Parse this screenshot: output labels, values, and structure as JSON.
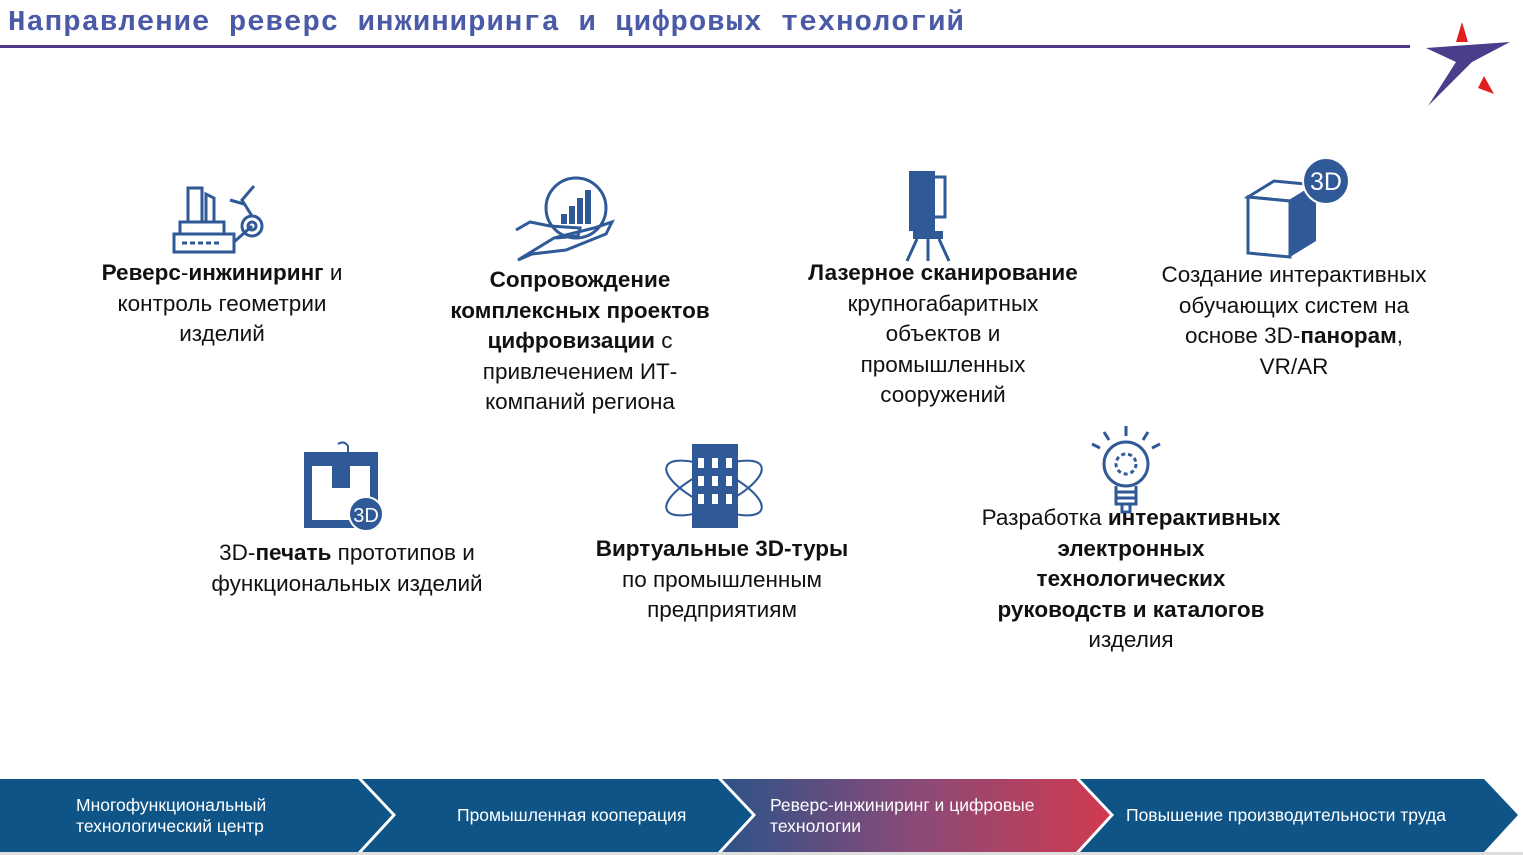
{
  "header": {
    "title": "Направление реверс инжиниринга и цифровых технологий"
  },
  "colors": {
    "primary": "#0f5486",
    "accent": "#d03a50",
    "icon": "#2f5a97",
    "title": "#4a5aa6"
  },
  "items": [
    {
      "icon": "robot-arm-icon",
      "lines": [
        [
          {
            "t": "Реверс",
            "b": true
          },
          {
            "t": "-",
            "b": false
          },
          {
            "t": "инжиниринг",
            "b": true
          },
          {
            "t": " и",
            "b": false
          }
        ],
        [
          {
            "t": "контроль геометрии",
            "b": false
          }
        ],
        [
          {
            "t": "изделий",
            "b": false
          }
        ]
      ]
    },
    {
      "icon": "hand-chart-icon",
      "lines": [
        [
          {
            "t": "Сопровождение",
            "b": true
          }
        ],
        [
          {
            "t": "комплексных проектов",
            "b": true
          }
        ],
        [
          {
            "t": "цифровизации",
            "b": true
          },
          {
            "t": " с",
            "b": false
          }
        ],
        [
          {
            "t": "привлечением ИТ-",
            "b": false
          }
        ],
        [
          {
            "t": "компаний региона",
            "b": false
          }
        ]
      ]
    },
    {
      "icon": "laser-scanner-icon",
      "lines": [
        [
          {
            "t": "Лазерное сканирование",
            "b": true
          }
        ],
        [
          {
            "t": "крупногабаритных",
            "b": false
          }
        ],
        [
          {
            "t": "объектов и",
            "b": false
          }
        ],
        [
          {
            "t": "промышленных",
            "b": false
          }
        ],
        [
          {
            "t": "сооружений",
            "b": false
          }
        ]
      ]
    },
    {
      "icon": "3d-cube-icon",
      "lines": [
        [
          {
            "t": "Создание интерактивных",
            "b": false
          }
        ],
        [
          {
            "t": "обучающих систем на",
            "b": false
          }
        ],
        [
          {
            "t": "основе 3D-",
            "b": false
          },
          {
            "t": "панорам",
            "b": true
          },
          {
            "t": ",",
            "b": false
          }
        ],
        [
          {
            "t": "VR/AR",
            "b": false
          }
        ]
      ]
    },
    {
      "icon": "3d-printer-icon",
      "lines": [
        [
          {
            "t": "3D-",
            "b": false
          },
          {
            "t": "печать",
            "b": true
          },
          {
            "t": " прототипов и",
            "b": false
          }
        ],
        [
          {
            "t": "функциональных изделий",
            "b": false
          }
        ]
      ]
    },
    {
      "icon": "virtual-building-icon",
      "lines": [
        [
          {
            "t": "Виртуальные 3D-туры",
            "b": true
          }
        ],
        [
          {
            "t": "по промышленным",
            "b": false
          }
        ],
        [
          {
            "t": "предприятиям",
            "b": false
          }
        ]
      ]
    },
    {
      "icon": "lightbulb-gear-icon",
      "lines": [
        [
          {
            "t": "Разработка ",
            "b": false
          },
          {
            "t": "интерактивных",
            "b": true
          }
        ],
        [
          {
            "t": "электронных",
            "b": true
          }
        ],
        [
          {
            "t": "технологических",
            "b": true
          }
        ],
        [
          {
            "t": "руководств и каталогов",
            "b": true
          }
        ],
        [
          {
            "t": "изделия",
            "b": false
          }
        ]
      ]
    }
  ],
  "icon_labels": {
    "cube": "3D",
    "printer": "3D"
  },
  "nav": [
    {
      "label": "Многофункциональный технологический центр",
      "l1": "Многофункциональный",
      "l2": "технологический центр"
    },
    {
      "label": "Промышленная кооперация"
    },
    {
      "label": "Реверс-инжиниринг и цифровые технологии",
      "l1": "Реверс-инжиниринг и цифровые",
      "l2": "технологии"
    },
    {
      "label": "Повышение производительности труда"
    }
  ]
}
